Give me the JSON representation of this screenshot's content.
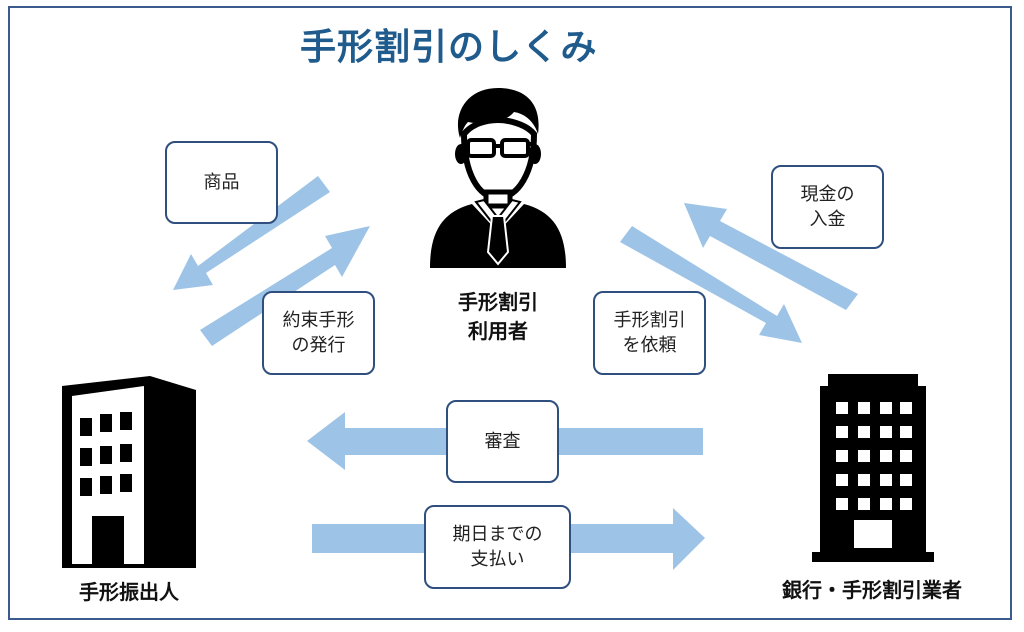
{
  "title": "手形割引のしくみ",
  "nodes": {
    "user": {
      "line1": "手形割引",
      "line2": "利用者"
    },
    "issuer": {
      "label": "手形振出人"
    },
    "bank": {
      "label": "銀行・手形割引業者"
    }
  },
  "flows": {
    "goods": {
      "line1": "商品"
    },
    "promissory_note": {
      "line1": "約束手形",
      "line2": "の発行"
    },
    "discount_request": {
      "line1": "手形割引",
      "line2": "を依頼"
    },
    "cash_deposit": {
      "line1": "現金の",
      "line2": "入金"
    },
    "review": {
      "line1": "審査"
    },
    "payment": {
      "line1": "期日までの",
      "line2": "支払い"
    }
  },
  "colors": {
    "title": "#1f5b8c",
    "arrow": "#9dc3e6",
    "box_border": "#2f4f7f",
    "frame_border": "#3b5b8f",
    "icon": "#000000"
  },
  "icons": {
    "user": "businessman-icon",
    "issuer": "office-building-icon",
    "bank": "office-tower-icon"
  }
}
